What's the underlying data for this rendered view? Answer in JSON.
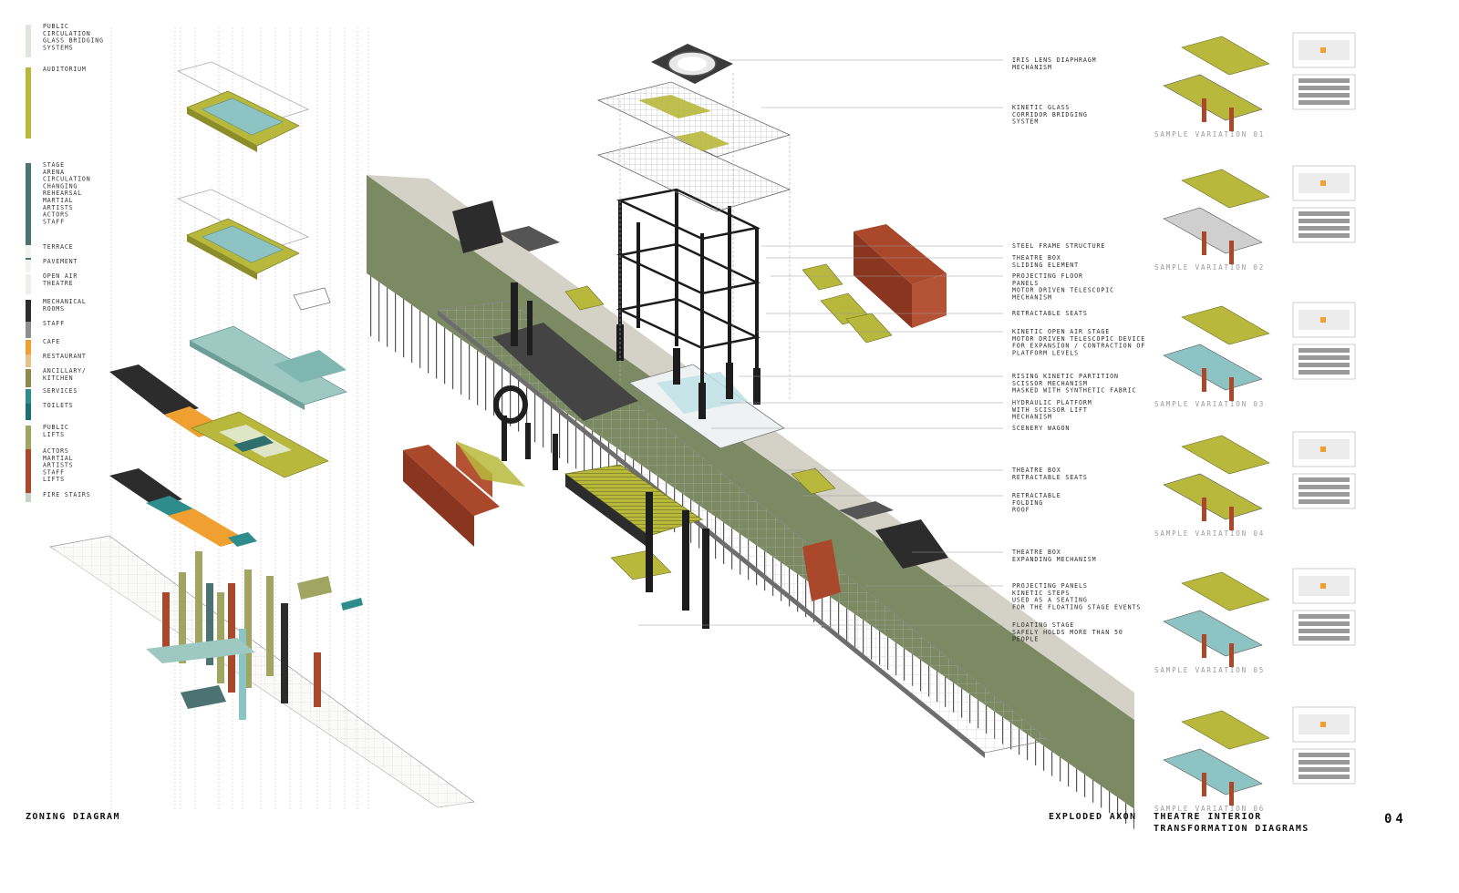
{
  "colors": {
    "olive": "#b7b83c",
    "teal": "#8ec3c3",
    "rust": "#a9482a",
    "dark": "#2c2c2c",
    "slate": "#4d7272",
    "grey": "#8f8f8f",
    "khaki": "#8d8b4b",
    "orange": "#f0a030",
    "ground": "#7c8a63"
  },
  "titles": {
    "zoning": "ZONING DIAGRAM",
    "axon": "EXPLODED AXON",
    "interior_line1": "THEATRE INTERIOR",
    "interior_line2": "TRANSFORMATION DIAGRAMS",
    "page_number": "04"
  },
  "legend": [
    {
      "color": "#dfe6de",
      "lines": [
        "PUBLIC",
        "CIRCULATION",
        "GLASS BRIDGING",
        "SYSTEMS"
      ]
    },
    {
      "color": "#b7b83c",
      "lines": [
        "AUDITORIUM"
      ]
    },
    {
      "color": "#4d7272",
      "lines": [
        "STAGE",
        "ARENA",
        "CIRCULATION",
        "CHANGING",
        "REHEARSAL",
        "MARTIAL",
        "ARTISTS",
        "ACTORS",
        "STAFF"
      ]
    },
    {
      "color": "#f3f3ee",
      "lines": [
        "TERRACE"
      ]
    },
    {
      "color": "#f3f3ee",
      "lines": [
        "PAVEMENT"
      ]
    },
    {
      "color": "#eeeeea",
      "lines": [
        "OPEN AIR",
        "THEATRE"
      ]
    },
    {
      "color": "#2c2c2c",
      "lines": [
        "MECHANICAL",
        "ROOMS"
      ]
    },
    {
      "color": "#8f8f8f",
      "lines": [
        "STAFF"
      ]
    },
    {
      "color": "#f0a030",
      "lines": [
        "CAFE"
      ]
    },
    {
      "color": "#e7c08a",
      "lines": [
        "RESTAURANT"
      ]
    },
    {
      "color": "#8d8b4b",
      "lines": [
        "ANCILLARY/",
        "KITCHEN"
      ]
    },
    {
      "color": "#2e8c8c",
      "lines": [
        "SERVICES"
      ]
    },
    {
      "color": "#1d6e6e",
      "lines": [
        "TOILETS"
      ]
    },
    {
      "color": "#a1a562",
      "lines": [
        "PUBLIC",
        "LIFTS"
      ]
    },
    {
      "color": "#a9482a",
      "lines": [
        "ACTORS",
        "MARTIAL",
        "ARTISTS",
        "STAFF",
        "LIFTS"
      ]
    },
    {
      "color": "#c7d3c7",
      "lines": [
        "FIRE STAIRS"
      ]
    }
  ],
  "callouts": [
    {
      "lines": [
        "IRIS LENS DIAPHRAGM",
        "MECHANISM"
      ]
    },
    {
      "lines": [
        "KINETIC GLASS",
        "CORRIDOR BRIDGING",
        "SYSTEM"
      ]
    },
    {
      "lines": [
        "STEEL FRAME STRUCTURE"
      ]
    },
    {
      "lines": [
        "THEATRE BOX",
        "SLIDING ELEMENT"
      ]
    },
    {
      "lines": [
        "PROJECTING FLOOR",
        "PANELS",
        "MOTOR DRIVEN TELESCOPIC",
        "MECHANISM"
      ]
    },
    {
      "lines": [
        "RETRACTABLE SEATS"
      ]
    },
    {
      "lines": [
        "KINETIC OPEN AIR STAGE",
        "MOTOR DRIVEN TELESCOPIC DEVICE",
        "FOR EXPANSION / CONTRACTION OF",
        "PLATFORM LEVELS"
      ]
    },
    {
      "lines": [
        "RISING KINETIC PARTITION",
        "SCISSOR MECHANISM",
        "MASKED WITH SYNTHETIC FABRIC"
      ]
    },
    {
      "lines": [
        "HYDRAULIC PLATFORM",
        "WITH SCISSOR LIFT",
        "MECHANISM"
      ]
    },
    {
      "lines": [
        "SCENERY WAGON"
      ]
    },
    {
      "lines": [
        "THEATRE BOX",
        "RETRACTABLE SEATS"
      ]
    },
    {
      "lines": [
        "RETRACTABLE",
        "FOLDING",
        "ROOF"
      ]
    },
    {
      "lines": [
        "THEATRE BOX",
        "EXPANDING MECHANISM"
      ]
    },
    {
      "lines": [
        "PROJECTING PANELS",
        "KINETIC STEPS",
        "USED AS A SEATING",
        "FOR THE FLOATING STAGE EVENTS"
      ]
    },
    {
      "lines": [
        "FLOATING STAGE",
        "SAFELY HOLDS MORE THAN 50",
        "PEOPLE"
      ]
    }
  ],
  "variations": [
    {
      "label": "SAMPLE VARIATION 01"
    },
    {
      "label": "SAMPLE VARIATION 02"
    },
    {
      "label": "SAMPLE VARIATION 03"
    },
    {
      "label": "SAMPLE VARIATION 04"
    },
    {
      "label": "SAMPLE VARIATION 05"
    },
    {
      "label": "SAMPLE VARIATION 06"
    }
  ]
}
